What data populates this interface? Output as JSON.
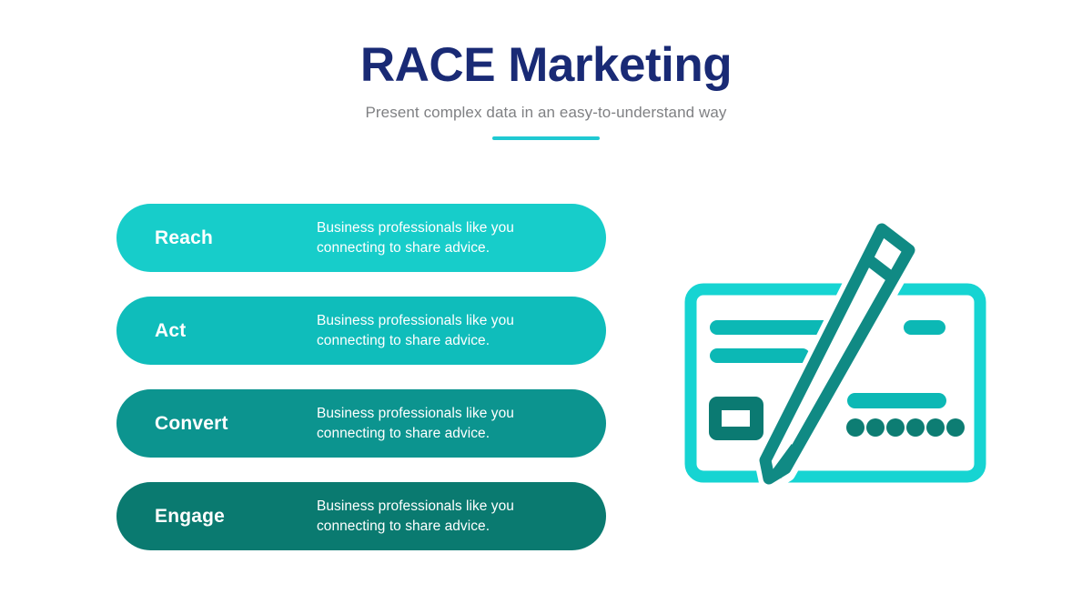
{
  "header": {
    "title": "RACE Marketing",
    "subtitle": "Present complex data in an easy-to-understand way",
    "accent_color": "#1fc9d2",
    "title_color": "#192a75",
    "subtitle_color": "#7f8083"
  },
  "steps": [
    {
      "label": "Reach",
      "description": "Business professionals like you connecting to share advice.",
      "color": "#17cdca"
    },
    {
      "label": "Act",
      "description": "Business professionals like you connecting to share advice.",
      "color": "#0fbdbb"
    },
    {
      "label": "Convert",
      "description": "Business professionals like you connecting to share advice.",
      "color": "#0c948f"
    },
    {
      "label": "Engage",
      "description": "Business professionals like you connecting to share advice.",
      "color": "#0a7a70"
    }
  ],
  "illustration": {
    "name": "cheque-with-pencil-illustration",
    "card_border_color": "#16d4d2",
    "card_line_color": "#0cb8b5",
    "card_chip_color": "#0b7a72",
    "card_dot_color": "#0d7d73",
    "pencil_color": "#108a84"
  }
}
